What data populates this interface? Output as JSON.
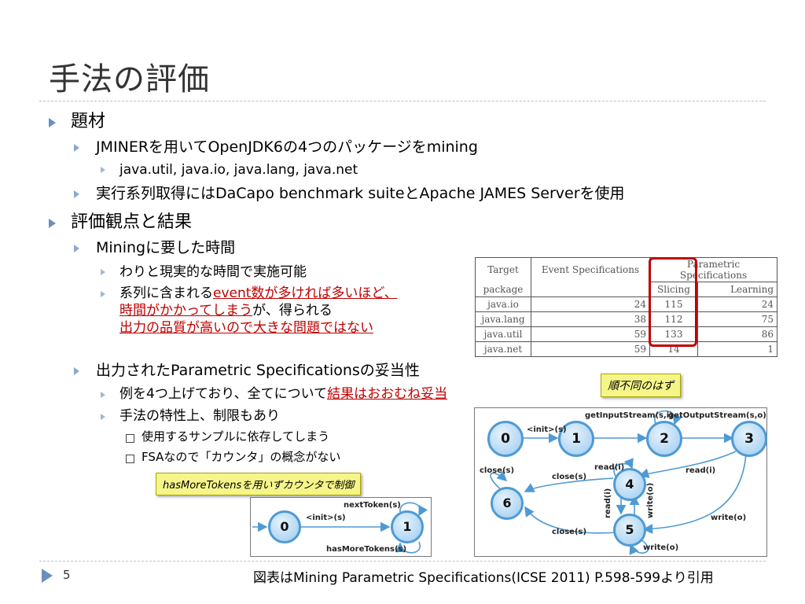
{
  "slide": {
    "title": "手法の評価",
    "page_number": "5",
    "citation": "図表はMining Parametric Specifications(ICSE 2011) P.598-599より引用"
  },
  "bullets": {
    "b1": "題材",
    "b1_1": "JMINERを用いてOpenJDK6の4つのパッケージをmining",
    "b1_1_1": "java.util, java.io, java.lang, java.net",
    "b1_2": "実行系列取得にはDaCapo benchmark suiteとApache JAMES Serverを使用",
    "b2": "評価観点と結果",
    "b2_1": "Miningに要した時間",
    "b2_1_1": "わりと現実的な時間で実施可能",
    "b2_1_2_a": "系列に含まれる",
    "b2_1_2_red1": "event数が多ければ多いほど、",
    "b2_1_2_red2": "時間がかかってしまう",
    "b2_1_2_b": "が、得られる",
    "b2_1_2_red3": "出力の品質が高いので大きな問題ではない",
    "b2_2": "出力されたParametric Specificationsの妥当性",
    "b2_2_1_a": "例を4つ上げており、全てについて",
    "b2_2_1_red": "結果はおおむね妥当",
    "b2_2_2": "手法の特性上、制限もあり",
    "b2_2_2_1": "使用するサンプルに依存してしまう",
    "b2_2_2_2": "FSAなので「カウンタ」の概念がない"
  },
  "callouts": {
    "order": "順不同のはず",
    "tokens": "hasMoreTokensを用いずカウンタで制御"
  },
  "table": {
    "h_target1": "Target",
    "h_target2": "package",
    "h_event": "Event Specifications",
    "h_param": "Parametric Specifications",
    "h_slicing": "Slicing",
    "h_learning": "Learning",
    "rows": [
      {
        "pkg": "java.io",
        "event": "24",
        "slicing": "115",
        "learning": "24"
      },
      {
        "pkg": "java.lang",
        "event": "38",
        "slicing": "112",
        "learning": "75"
      },
      {
        "pkg": "java.util",
        "event": "59",
        "slicing": "133",
        "learning": "86"
      },
      {
        "pkg": "java.net",
        "event": "59",
        "slicing": "14",
        "learning": "1"
      }
    ]
  },
  "fsa_large": {
    "nodes": [
      "0",
      "1",
      "2",
      "3",
      "4",
      "5",
      "6"
    ],
    "labels": {
      "init": "<init>(s)",
      "getInput": "getInputStream(s,i)",
      "getOutput": "getOutputStream(s,o)",
      "readi_top": "read(i)",
      "readi_34": "read(i)",
      "readi_45": "read(i)",
      "close_46": "close(s)",
      "close_56": "close(s)",
      "close_6loop": "close(s)",
      "write_35": "write(o)",
      "write_54": "write(o)",
      "write_5loop": "write(o)"
    }
  },
  "fsa_small": {
    "nodes": [
      "0",
      "1"
    ],
    "labels": {
      "init": "<init>(s)",
      "next": "nextToken(s)",
      "hasMore": "hasMoreTokens(s)"
    }
  }
}
